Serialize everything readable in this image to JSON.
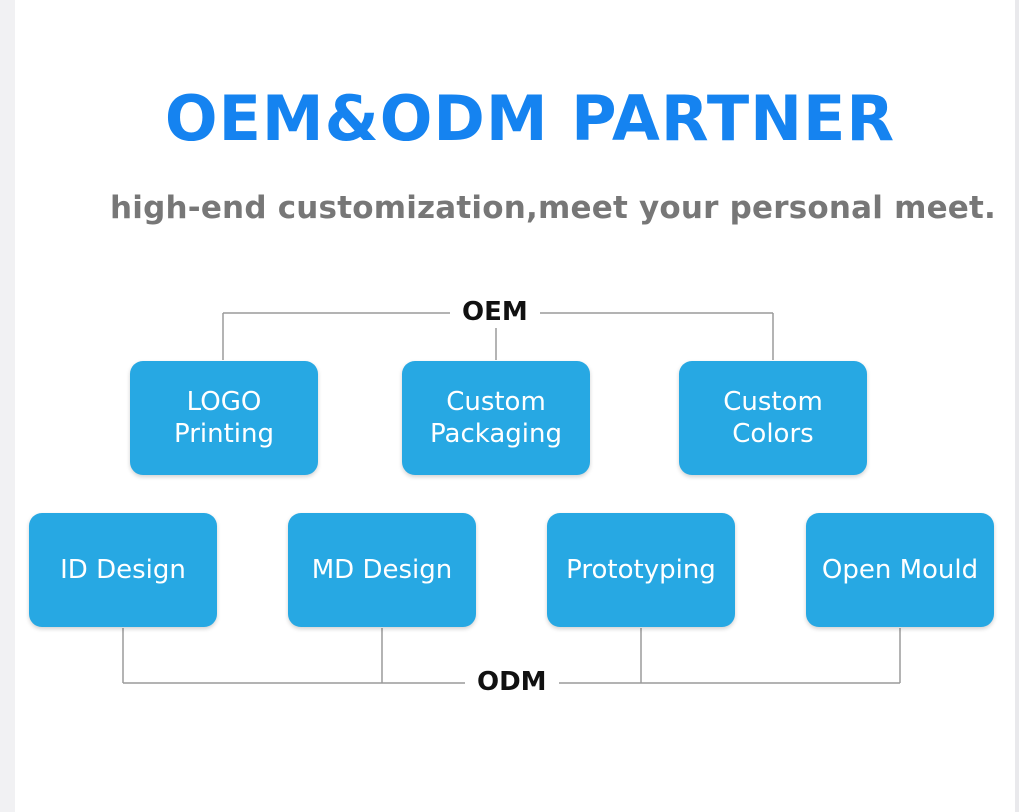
{
  "header": {
    "title": "OEM&ODM PARTNER",
    "subtitle": "high-end customization,meet your personal meet."
  },
  "diagram": {
    "oem": {
      "label": "OEM",
      "nodes": [
        {
          "label": "LOGO\nPrinting"
        },
        {
          "label": "Custom\nPackaging"
        },
        {
          "label": "Custom\nColors"
        }
      ]
    },
    "odm": {
      "label": "ODM",
      "nodes": [
        {
          "label": "ID Design"
        },
        {
          "label": "MD Design"
        },
        {
          "label": "Prototyping"
        },
        {
          "label": "Open Mould"
        }
      ]
    }
  },
  "colors": {
    "title": "#1583f0",
    "subtitle": "#777777",
    "node_fill": "#27a8e3",
    "connector": "#9a9a9a"
  }
}
